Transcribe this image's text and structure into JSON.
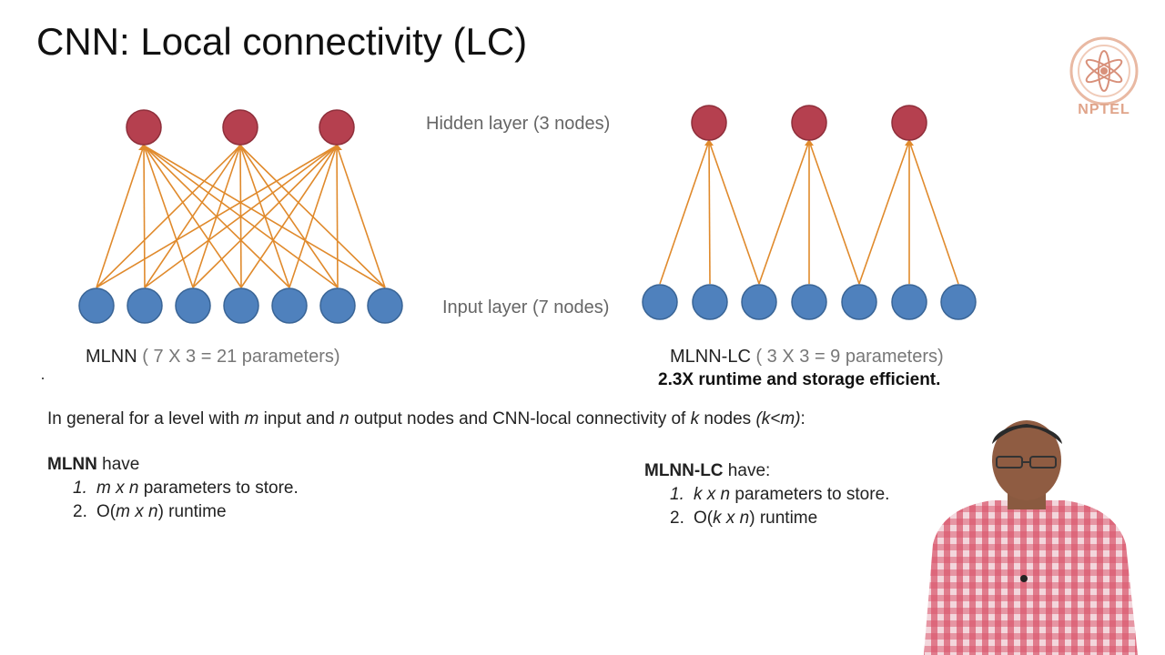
{
  "title": "CNN: Local connectivity (LC)",
  "logo": {
    "text": "NPTEL",
    "icon": "nptel-logo-icon"
  },
  "labels": {
    "hidden_layer": "Hidden layer (3 nodes)",
    "input_layer": "Input layer (7 nodes)"
  },
  "left_diagram": {
    "name": "MLNN",
    "params": "( 7 X 3 = 21 parameters)"
  },
  "right_diagram": {
    "name": "MLNN-LC",
    "params": "( 3 X 3 = 9 parameters)",
    "efficiency": "2.3X runtime and storage efficient."
  },
  "general": {
    "p1": "In general for a level with ",
    "m": "m",
    "p2": " input and ",
    "n": "n",
    "p3": " output nodes and CNN-local connectivity of ",
    "k": "k",
    "p4": " nodes ",
    "cond": "(k<m)",
    "p5": ":"
  },
  "mlnn_block": {
    "title_bold": "MLNN",
    "title_rest": " have",
    "items": [
      {
        "num": "1.",
        "a": "m x n",
        "b": " parameters to store."
      },
      {
        "num": "2.",
        "pre": "O(",
        "a": "m x n",
        "b": ") runtime"
      }
    ]
  },
  "mlnn_lc_block": {
    "title_bold": "MLNN-LC",
    "title_rest": " have:",
    "items": [
      {
        "num": "1.",
        "a": "k x n",
        "b": " parameters to store."
      },
      {
        "num": "2.",
        "pre": "O(",
        "a": "k x n",
        "b": ") runtime"
      }
    ]
  },
  "colors": {
    "hidden_node": "#b5404f",
    "input_node": "#4f81bd",
    "edge": "#e08a2c"
  }
}
